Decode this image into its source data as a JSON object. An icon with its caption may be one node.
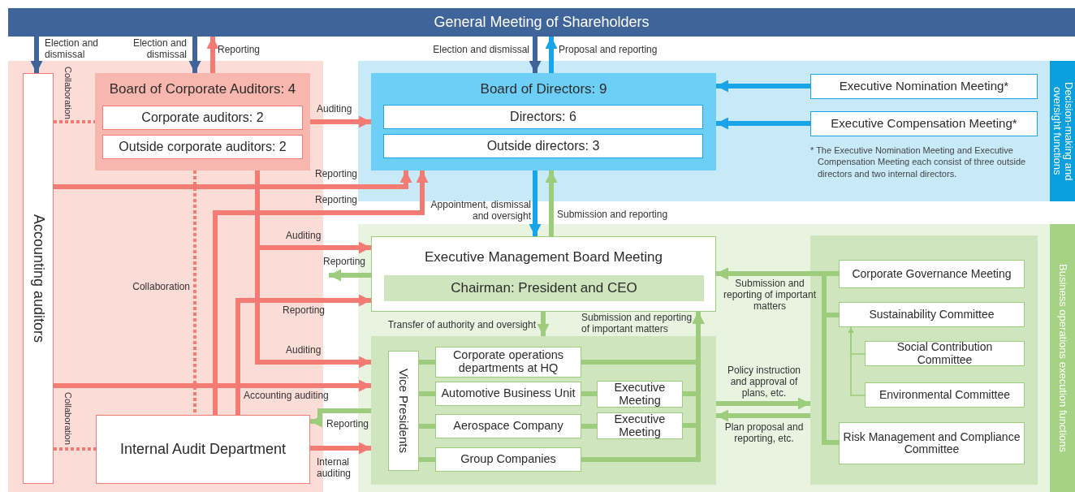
{
  "diagram": {
    "nodes": [
      {
        "text": [
          "General Meeting of Shareholders"
        ]
      },
      {
        "text": [
          "Accounting auditors"
        ]
      },
      {
        "text": [
          "Board of Corporate Auditors: 4"
        ]
      },
      {
        "text": [
          "Corporate auditors: 2"
        ],
        "in": 2
      },
      {
        "text": [
          "Outside corporate auditors: 2"
        ],
        "in": 2
      },
      {
        "text": [
          "Internal Audit Department"
        ]
      },
      {
        "text": [
          "Decision-making and oversight functions"
        ]
      },
      {
        "text": [
          "Board of Directors: 9"
        ],
        "in": 6
      },
      {
        "text": [
          "Directors: 6"
        ],
        "in": 7
      },
      {
        "text": [
          "Outside directors: 3"
        ],
        "in": 7
      },
      {
        "text": [
          "Executive Nomination Meeting*"
        ],
        "in": 6
      },
      {
        "text": [
          "Executive Compensation Meeting*"
        ],
        "in": 6
      },
      {
        "text": [
          "Business operations execution functions"
        ]
      },
      {
        "text": [
          "Executive Management Board Meeting"
        ],
        "in": 12
      },
      {
        "text": [
          "Chairman: President and CEO"
        ],
        "in": 13
      },
      {
        "text": [],
        "shape": "box",
        "in": 12
      },
      {
        "text": [
          "Vice Presidents"
        ],
        "in": 15
      },
      {
        "text": [
          "Corporate operations departments at HQ"
        ],
        "in": 15
      },
      {
        "text": [
          "Automotive Business Unit"
        ],
        "in": 15
      },
      {
        "text": [
          "Executive Meeting"
        ],
        "in": 15
      },
      {
        "text": [
          "Aerospace Company"
        ],
        "in": 15
      },
      {
        "text": [
          "Executive Meeting"
        ],
        "in": 15
      },
      {
        "text": [
          "Group Companies"
        ],
        "in": 15
      },
      {
        "text": [],
        "shape": "box",
        "in": 12
      },
      {
        "text": [
          "Corporate Governance Meeting"
        ],
        "in": 23
      },
      {
        "text": [
          "Sustainability Committee"
        ],
        "in": 23
      },
      {
        "text": [
          "Social Contribution Committee"
        ],
        "in": 23
      },
      {
        "text": [
          "Environmental Committee"
        ],
        "in": 23
      },
      {
        "text": [
          "Risk Management and Compliance Committee"
        ],
        "in": 23
      }
    ],
    "edges": [
      {
        "from": 0,
        "to": 1,
        "arrow": "to",
        "label": "Election and dismissal",
        "color": "#3f6499"
      },
      {
        "from": 0,
        "to": 2,
        "arrow": "to",
        "label": "Election and dismissal",
        "color": "#3f6499"
      },
      {
        "from": 2,
        "to": 0,
        "arrow": "to",
        "label": "Reporting",
        "color": "#f47a74"
      },
      {
        "from": 0,
        "to": 7,
        "arrow": "to",
        "label": "Election and dismissal",
        "color": "#3f6499"
      },
      {
        "from": 7,
        "to": 0,
        "arrow": "to",
        "label": "Proposal and reporting",
        "color": "#18a4e6"
      },
      {
        "from": 1,
        "to": 2,
        "arrow": "none",
        "label": "Collaboration",
        "style": "dashed",
        "color": "#f47a74"
      },
      {
        "from": 2,
        "to": 7,
        "arrow": "to",
        "label": "Auditing",
        "color": "#f47a74"
      },
      {
        "from": 10,
        "to": 7,
        "arrow": "to",
        "color": "#18a4e6"
      },
      {
        "from": 11,
        "to": 7,
        "arrow": "to",
        "color": "#18a4e6"
      },
      {
        "from": 1,
        "to": 7,
        "arrow": "to",
        "label": "Reporting",
        "color": "#f47a74"
      },
      {
        "from": 5,
        "to": 7,
        "arrow": "to",
        "label": "Reporting",
        "color": "#f47a74"
      },
      {
        "from": 2,
        "to": 5,
        "arrow": "none",
        "label": "Collaboration",
        "style": "dashed",
        "color": "#f47a74"
      },
      {
        "from": 2,
        "to": 13,
        "arrow": "to",
        "label": "Auditing",
        "color": "#f47a74"
      },
      {
        "from": 13,
        "to": null,
        "arrow": "to",
        "label": "Reporting"
      },
      {
        "from": 5,
        "to": 13,
        "arrow": "to",
        "label": "Reporting",
        "color": "#f47a74"
      },
      {
        "from": 2,
        "to": 15,
        "arrow": "to",
        "label": "Auditing",
        "color": "#f47a74"
      },
      {
        "from": 1,
        "to": 15,
        "arrow": "to",
        "label": "Accounting auditing",
        "color": "#f47a74"
      },
      {
        "from": 15,
        "to": 5,
        "arrow": "to",
        "label": "Reporting"
      },
      {
        "from": 5,
        "to": 15,
        "arrow": "to",
        "label": "Internal auditing",
        "color": "#f47a74"
      },
      {
        "from": 7,
        "to": 13,
        "arrow": "to",
        "label": "Appointment, dismissal and oversight",
        "color": "#18a4e6"
      },
      {
        "from": 13,
        "to": 7,
        "arrow": "to",
        "label": "Submission and reporting"
      },
      {
        "from": 13,
        "to": 15,
        "arrow": "to",
        "label": "Transfer of authority and oversight"
      },
      {
        "from": 17,
        "to": 13,
        "arrow": "to",
        "label": "Submission and reporting of important matters"
      },
      {
        "from": 19,
        "to": 13,
        "arrow": "to"
      },
      {
        "from": 21,
        "to": 13,
        "arrow": "to"
      },
      {
        "from": 22,
        "to": 13,
        "arrow": "to"
      },
      {
        "from": 24,
        "to": 13,
        "arrow": "to",
        "label": "Submission and reporting of important matters"
      },
      {
        "from": 25,
        "to": 13,
        "arrow": "to"
      },
      {
        "from": 28,
        "to": 13,
        "arrow": "to"
      },
      {
        "from": 15,
        "to": 23,
        "arrow": "to",
        "label": "Policy instruction and approval of plans, etc."
      },
      {
        "from": 23,
        "to": 15,
        "arrow": "to",
        "label": "Plan proposal and reporting, etc."
      },
      {
        "from": 26,
        "to": 25,
        "arrow": "to"
      },
      {
        "from": 27,
        "to": 25,
        "arrow": "to"
      },
      {
        "from": 16,
        "to": 17,
        "arrow": "none"
      },
      {
        "from": 16,
        "to": 18,
        "arrow": "none"
      },
      {
        "from": 16,
        "to": 20,
        "arrow": "none"
      },
      {
        "from": 16,
        "to": 22,
        "arrow": "none"
      },
      {
        "from": 18,
        "to": 19,
        "arrow": "none"
      },
      {
        "from": 20,
        "to": 21,
        "arrow": "none"
      },
      {
        "from": 1,
        "to": 5,
        "arrow": "none",
        "label": "Collaboration",
        "style": "dashed",
        "color": "#f47a74"
      }
    ],
    "labels": [
      "* The Executive Nomination Meeting and Executive Compensation Meeting each consist of three outside directors and two internal directors."
    ]
  }
}
